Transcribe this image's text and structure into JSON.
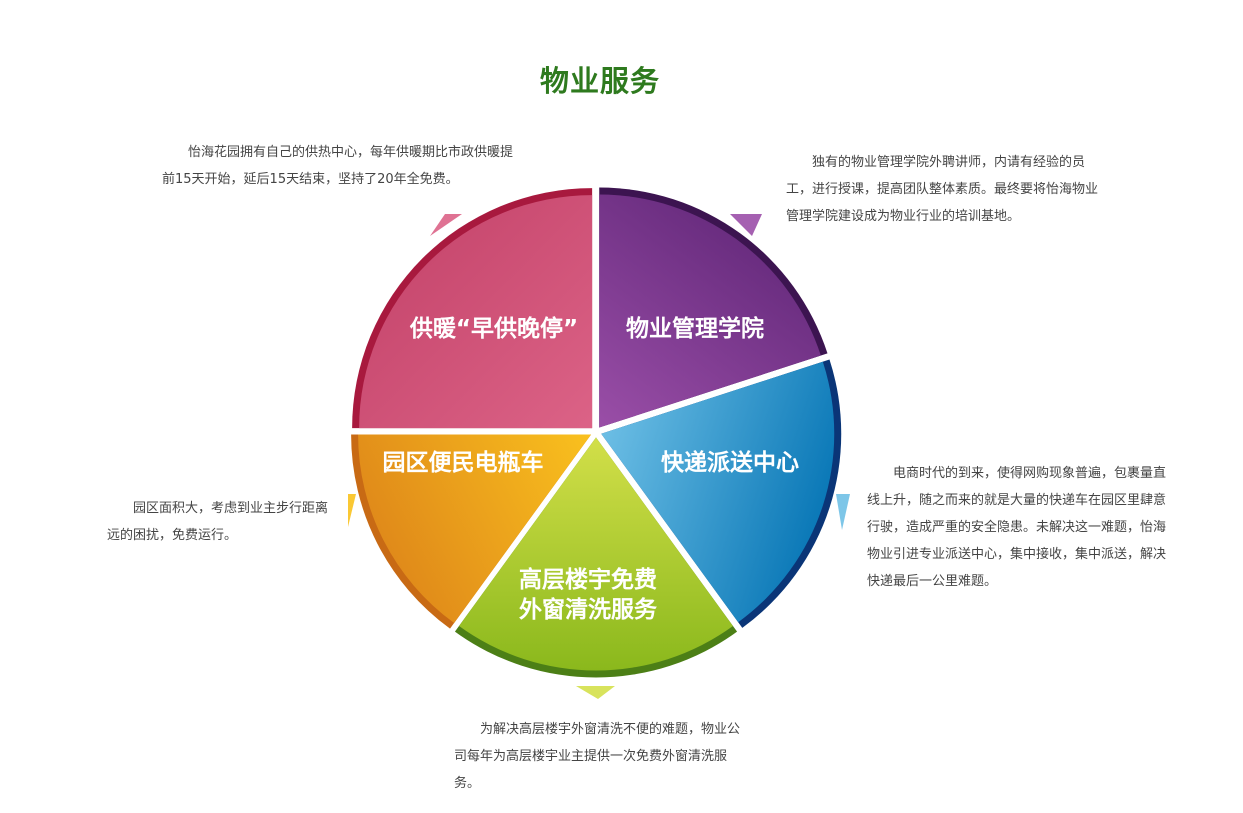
{
  "title": "物业服务",
  "segments": [
    {
      "key": "heating",
      "label_lines": [
        "供暖“早供晚停”"
      ],
      "color_light": "#dc6387",
      "color_dark": "#c94a70",
      "rim_color": "#a8193e",
      "description": "怡海花园拥有自己的供热中心，每年供暖期比市政供暖提前15天开始，延后15天结束，坚持了20年全免费。"
    },
    {
      "key": "academy",
      "label_lines": [
        "物业管理学院"
      ],
      "color_light": "#9b4fa8",
      "color_dark": "#6a2d80",
      "rim_color": "#3c1450",
      "description": "独有的物业管理学院外聘讲师，内请有经验的员工，进行授课，提高团队整体素质。最终要将怡海物业管理学院建设成为物业行业的培训基地。"
    },
    {
      "key": "express",
      "label_lines": [
        "快递派送中心"
      ],
      "color_light": "#6fc0e6",
      "color_dark": "#0a78b7",
      "rim_color": "#0a3577",
      "description": "电商时代的到来，使得网购现象普遍，包裹量直线上升，随之而来的就是大量的快递车在园区里肆意行驶，造成严重的安全隐患。未解决这一难题，怡海物业引进专业派送中心，集中接收，集中派送，解决快递最后一公里难题。"
    },
    {
      "key": "window",
      "label_lines": [
        "高层楼宇免费",
        "外窗清洗服务"
      ],
      "color_light": "#d4e04a",
      "color_dark": "#8ab81c",
      "rim_color": "#4c7f16",
      "description": "为解决高层楼宇外窗清洗不便的难题，物业公司每年为高层楼宇业主提供一次免费外窗清洗服务。"
    },
    {
      "key": "shuttle",
      "label_lines": [
        "园区便民电瓶车"
      ],
      "color_light": "#fac21e",
      "color_dark": "#e08a1a",
      "rim_color": "#c86a14",
      "description": "园区面积大，考虑到业主步行距离远的困扰，免费运行。"
    }
  ]
}
